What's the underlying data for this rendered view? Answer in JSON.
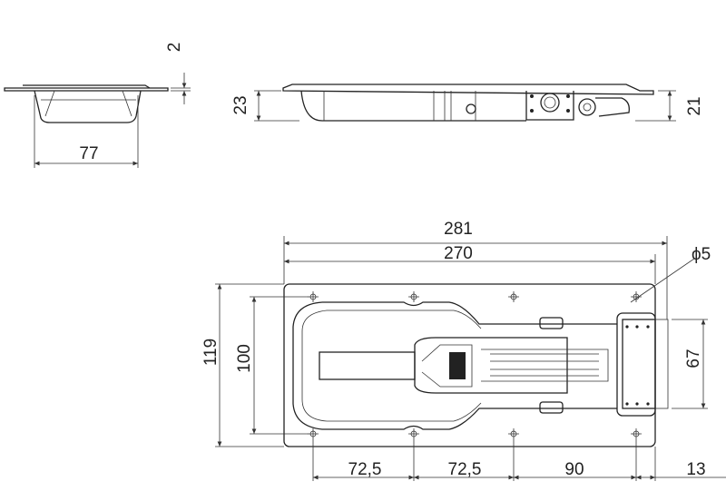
{
  "title": "Latch technical drawing",
  "front_view": {
    "thickness": "2",
    "width": "77"
  },
  "side_view": {
    "height_left": "23",
    "height_right": "21"
  },
  "top_view": {
    "overall_length": "281",
    "plate_length": "270",
    "hole_diameter": "ϕ5",
    "overall_width": "119",
    "inner_width": "100",
    "bracket_width": "67",
    "spacing": [
      "72,5",
      "72,5",
      "90",
      "13"
    ]
  }
}
